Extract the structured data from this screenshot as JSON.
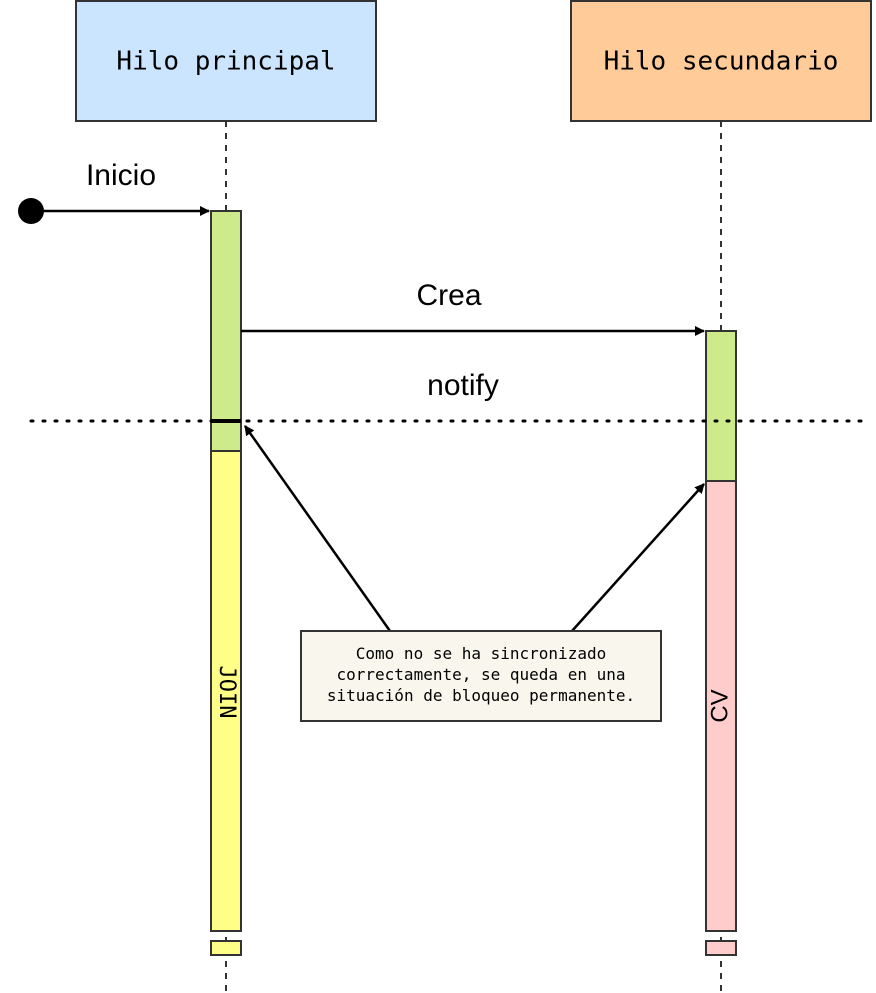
{
  "lifelines": [
    {
      "label": "Hilo principal",
      "color": "#cce5ff"
    },
    {
      "label": "Hilo secundario",
      "color": "#ffcc99"
    }
  ],
  "messages": {
    "start": "Inicio",
    "create": "Crea",
    "notify": "notify"
  },
  "activations": {
    "main_active_color": "#cdeb8b",
    "join_label": "JOIN",
    "join_color": "#ffff88",
    "secondary_active_color": "#cdeb8b",
    "cv_label": "CV",
    "cv_color": "#ffcccc"
  },
  "note": {
    "lines": [
      "Como no se ha sincronizado",
      "correctamente, se queda en una",
      "situación de bloqueo permanente."
    ],
    "color": "#f9f7ed"
  }
}
